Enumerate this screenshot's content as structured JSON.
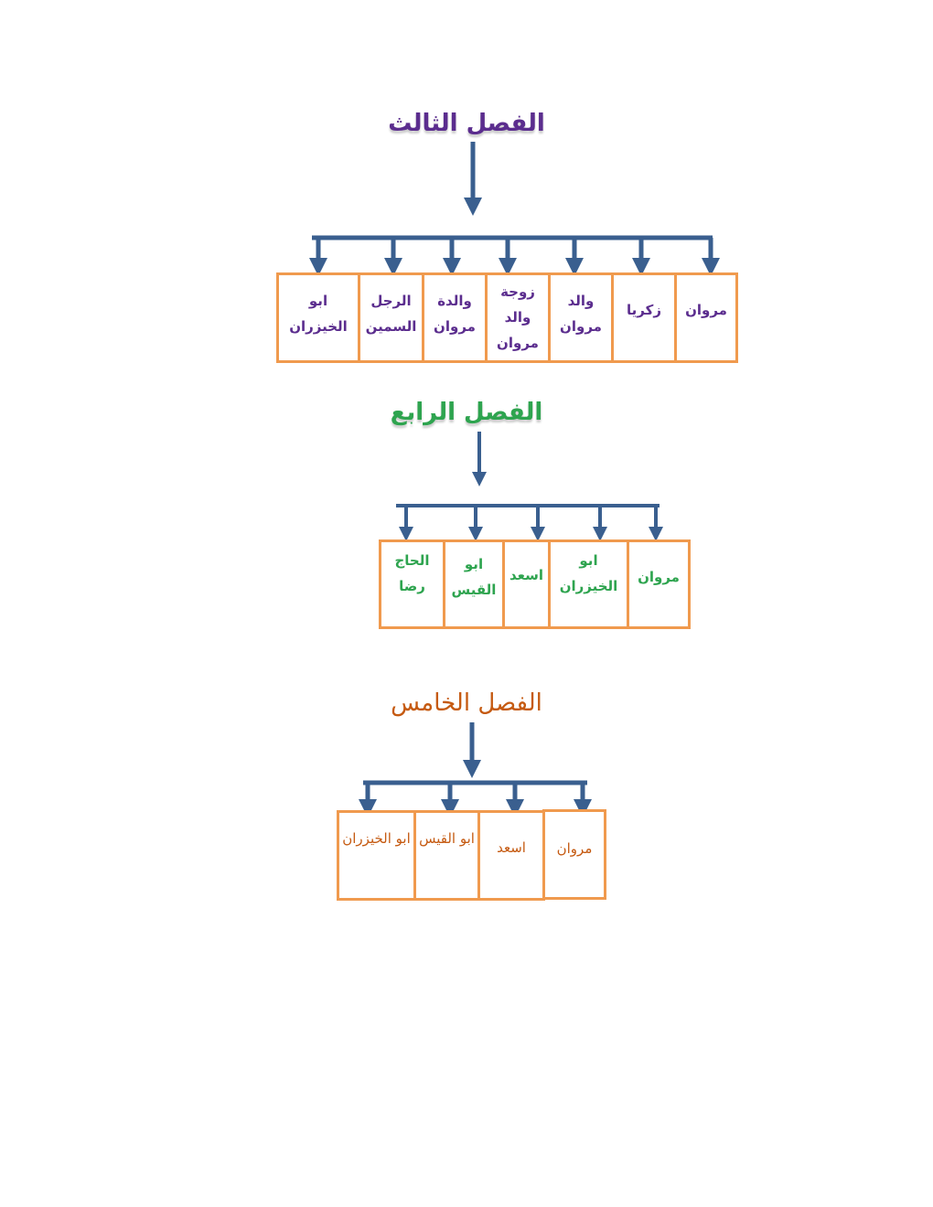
{
  "sections": [
    {
      "title": "الفصل الثالث",
      "items": [
        "مروان",
        "زكريا",
        "والد مروان",
        "زوجة والد مروان",
        "والدة مروان",
        "الرجل السمين",
        "ابو الخيزران"
      ]
    },
    {
      "title": "الفصل الرابع",
      "items": [
        "مروان",
        "ابو الخيزران",
        "اسعد",
        "ابو القيس",
        "الحاج رضا"
      ]
    },
    {
      "title": "الفصل الخامس",
      "items": [
        "مروان",
        "اسعد",
        "ابو القيس",
        "ابو الخيزران"
      ]
    }
  ],
  "colors": {
    "connector": "#3a5f8f",
    "border": "#f09a4e",
    "s1": "#5b2d8e",
    "s2": "#2ea44f",
    "s3": "#c55a11"
  }
}
